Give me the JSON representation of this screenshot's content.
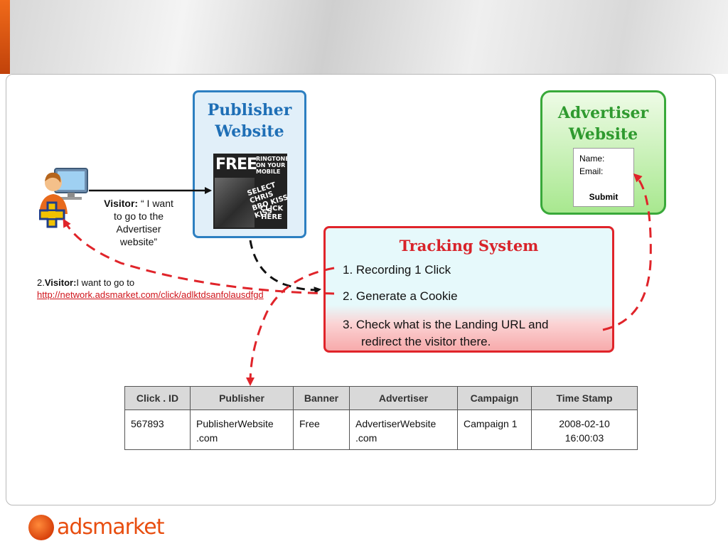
{
  "publisher": {
    "title_line1": "Publisher",
    "title_line2": "Website"
  },
  "banner": {
    "free": "FREE",
    "ringtone": "RINGTONE ON YOUR MOBILE",
    "select": "SELECT CHRIS BRO KISS KISS",
    "click": "CLICK HERE"
  },
  "advertiser": {
    "title_line1": "Advertiser",
    "title_line2": "Website",
    "name_label": "Name:",
    "email_label": "Email:",
    "submit": "Submit"
  },
  "tracking": {
    "title": "Tracking System",
    "step1": "1.  Recording 1 Click",
    "step2": "2. Generate a Cookie",
    "step3_line1": "3. Check what is the Landing URL and",
    "step3_line2": "redirect the visitor there."
  },
  "visitor": {
    "label": "Visitor:",
    "quote_line1": " “ I want",
    "quote_line2": "to go to the",
    "quote_line3": "Advertiser",
    "quote_line4": "website”",
    "step2_number": "2.",
    "step2_label": "Visitor:",
    "step2_text": "I want to go to",
    "step2_url": "http://network.adsmarket.com/click/adlktdsanfolausdfgd"
  },
  "table": {
    "headers": [
      "Click . ID",
      "Publisher",
      "Banner",
      "Advertiser",
      "Campaign",
      "Time Stamp"
    ],
    "row": {
      "click_id": "567893",
      "publisher_line1": "PublisherWebsite",
      "publisher_line2": ".com",
      "banner": "Free",
      "advertiser_line1": "AdvertiserWebsite",
      "advertiser_line2": ".com",
      "campaign": "Campaign 1",
      "timestamp_line1": "2008-02-10",
      "timestamp_line2": "16:00:03"
    }
  },
  "logo": {
    "text": "adsmarket"
  },
  "colors": {
    "publisher": "#2d7fc1",
    "advertiser": "#39a93a",
    "tracking": "#e0242a",
    "arrow_black": "#111111",
    "arrow_red": "#e0242a",
    "brand": "#e84e10"
  },
  "icons": [
    "visitor-computer-icon",
    "plus-icon"
  ]
}
